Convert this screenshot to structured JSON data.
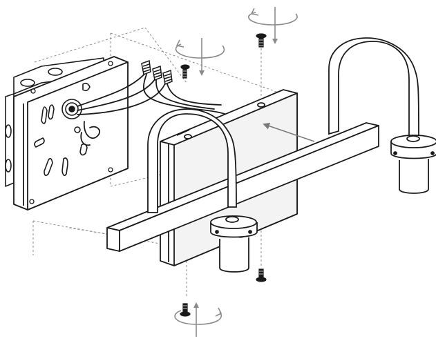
{
  "diagram": {
    "kind": "exploded-installation-view",
    "colors": {
      "stroke": "#1a1a1a",
      "dashed": "#8a8a8a",
      "arrow": "#7a7a7a",
      "fill_light": "#ffffff",
      "fill_panel": "#f3f3f3",
      "fill_dark": "#1a1a1a"
    },
    "parts": [
      {
        "name": "junction-box",
        "icon": "electrical-box-icon"
      },
      {
        "name": "mounting-plate",
        "icon": "bracket-plate-icon"
      },
      {
        "name": "wire-nuts",
        "count": 3,
        "icon": "wire-nut-icon"
      },
      {
        "name": "backplate",
        "icon": "backplate-icon"
      },
      {
        "name": "crossbar-arm",
        "icon": "crossbar-icon"
      },
      {
        "name": "gooseneck-arms",
        "count": 2,
        "icon": "gooseneck-icon"
      },
      {
        "name": "lamp-sockets",
        "count": 2,
        "icon": "socket-cup-icon"
      },
      {
        "name": "screws",
        "count": 4,
        "icon": "screw-icon"
      },
      {
        "name": "rotation-indicators",
        "count": 3,
        "icon": "rotate-arrow-icon"
      }
    ]
  }
}
